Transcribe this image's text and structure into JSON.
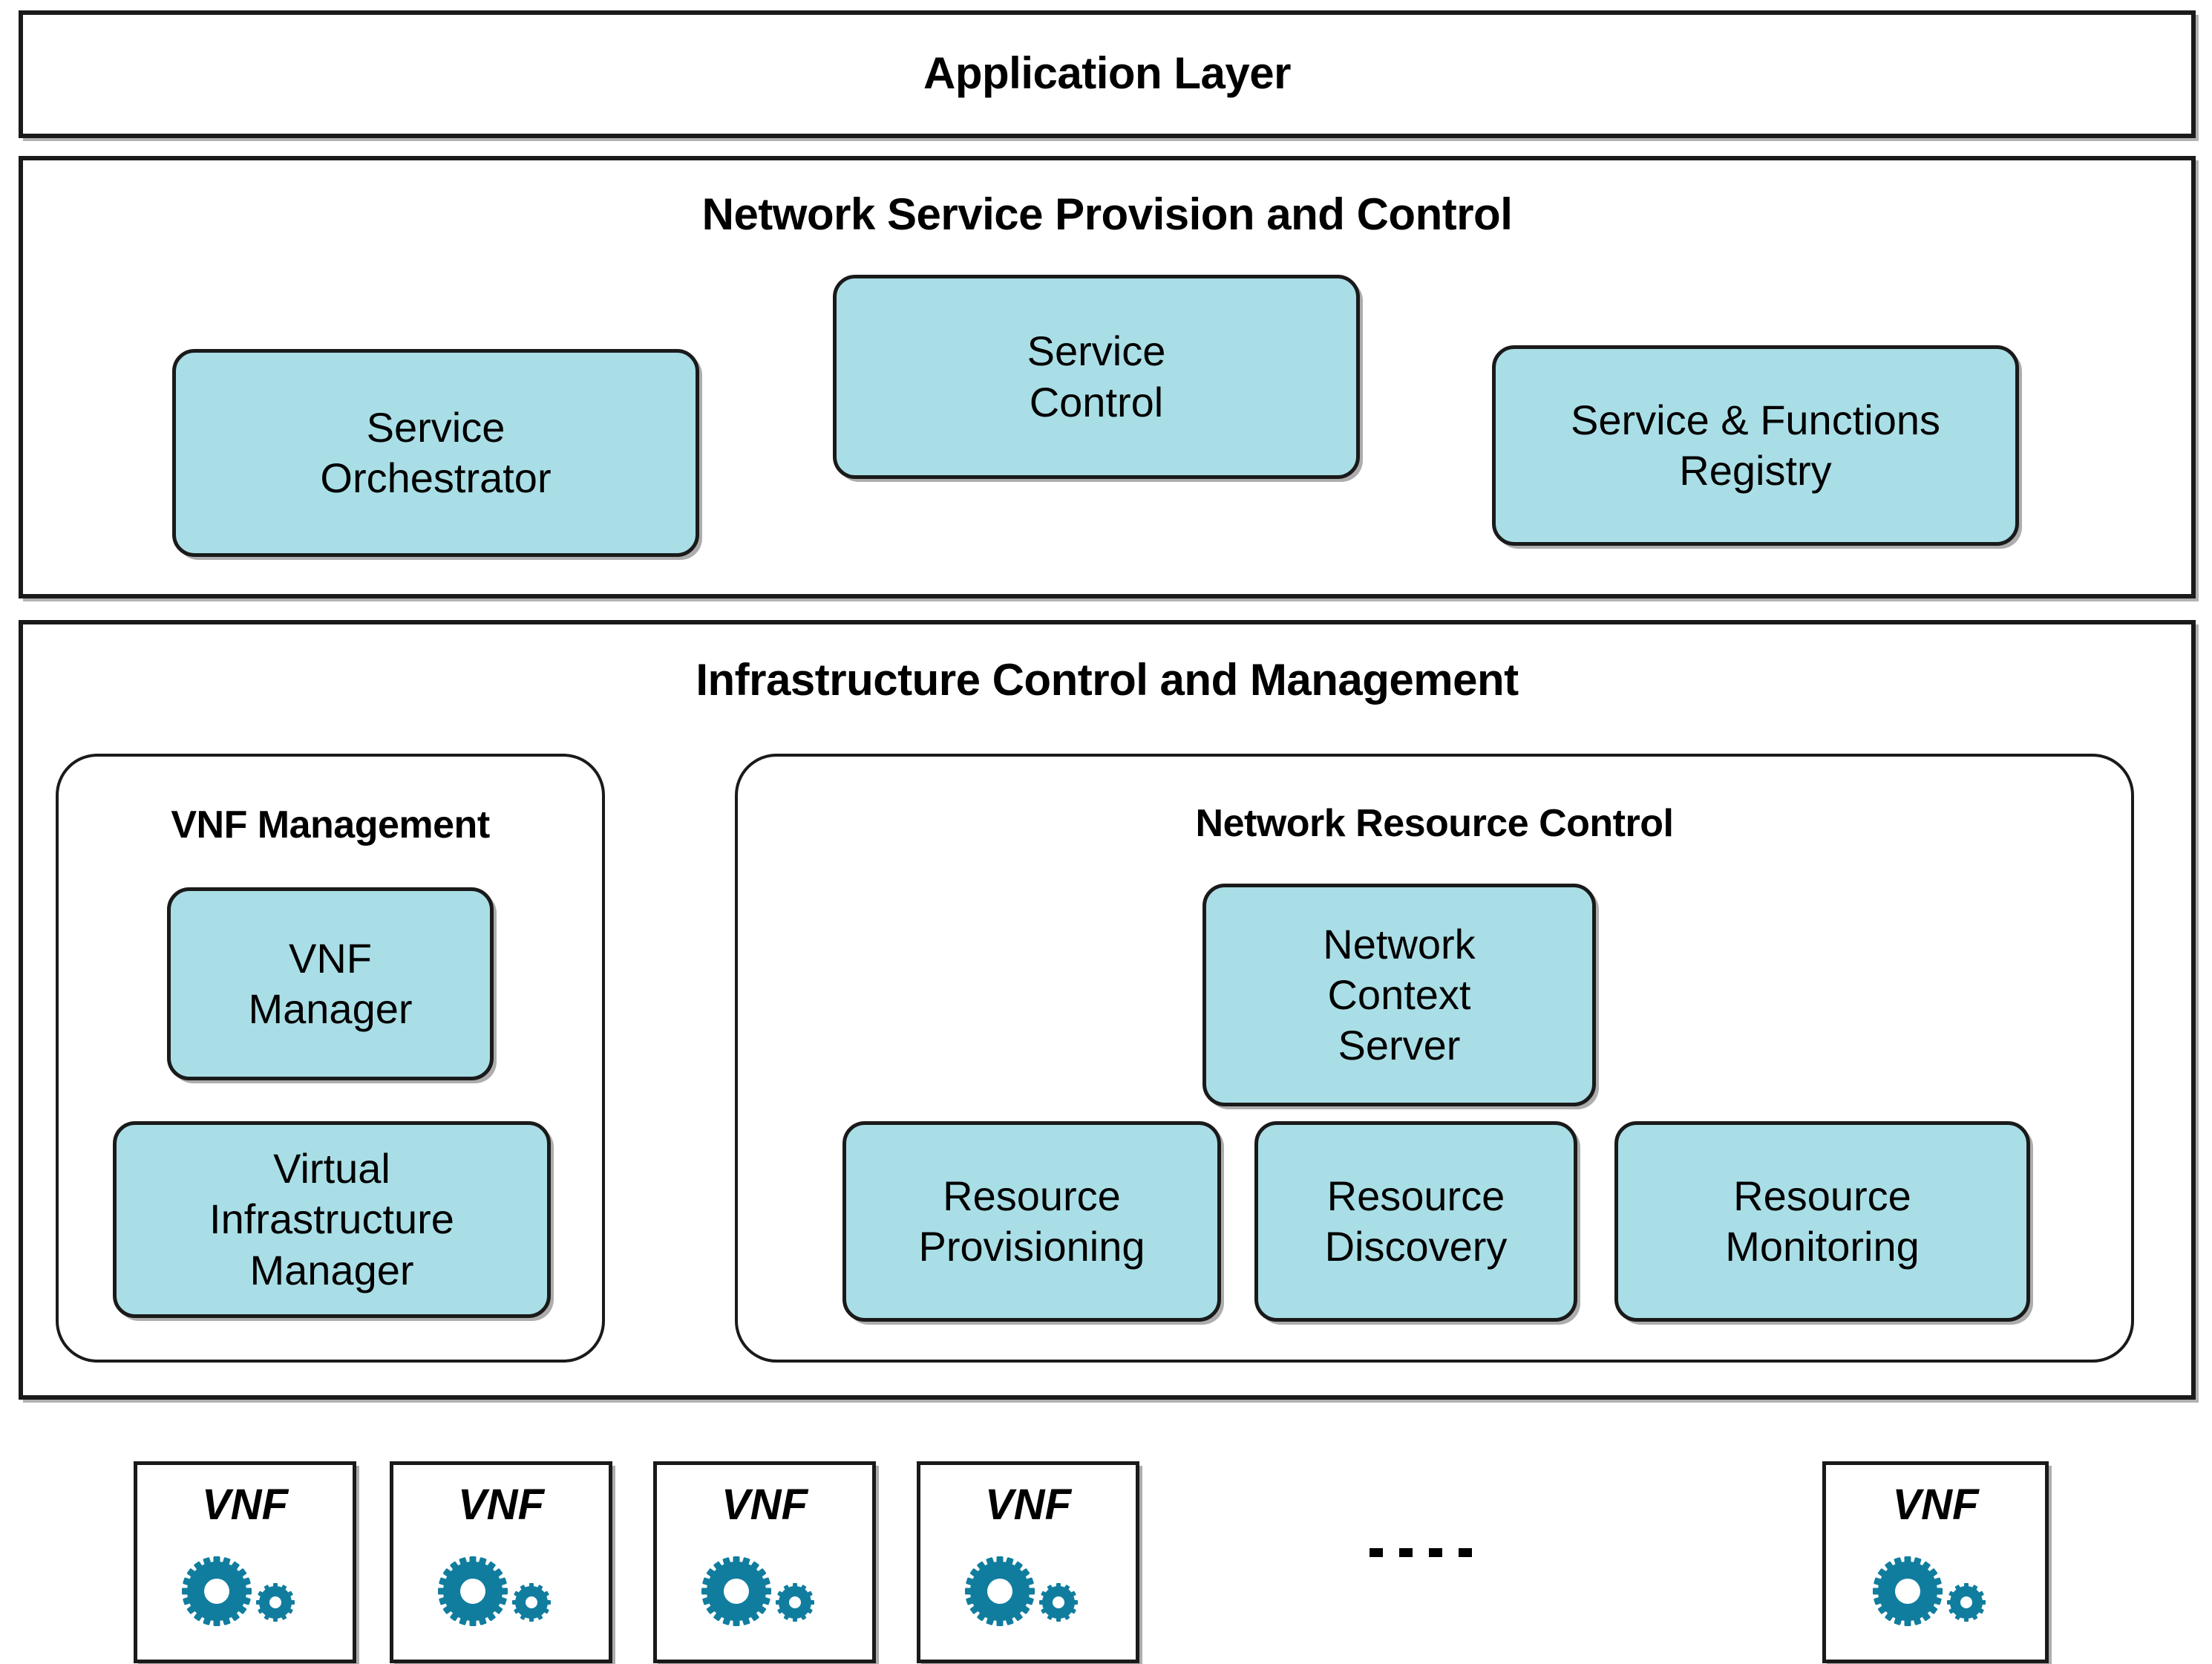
{
  "colors": {
    "component_fill": "#a9dee6",
    "gear_teal": "#117d9e",
    "border": "#1a1a1a",
    "background": "#ffffff"
  },
  "layers": [
    {
      "id": "application",
      "title": "Application Layer"
    },
    {
      "id": "network_service_provision",
      "title": "Network Service Provision and Control"
    },
    {
      "id": "infrastructure_control",
      "title": "Infrastructure Control and Management"
    }
  ],
  "network_service_provision": {
    "title": "Network Service Provision and Control",
    "components": [
      {
        "id": "service_orchestrator",
        "label": "Service\nOrchestrator"
      },
      {
        "id": "service_control",
        "label": "Service\nControl"
      },
      {
        "id": "service_functions_registry",
        "label": "Service & Functions\nRegistry"
      }
    ]
  },
  "infrastructure_control": {
    "title": "Infrastructure Control and Management",
    "groups": [
      {
        "id": "vnf_management",
        "title": "VNF Management",
        "components": [
          {
            "id": "vnf_manager",
            "label": "VNF\nManager"
          },
          {
            "id": "virtual_infrastructure_manager",
            "label": "Virtual\nInfrastructure\nManager"
          }
        ]
      },
      {
        "id": "network_resource_control",
        "title": "Network Resource Control",
        "components": [
          {
            "id": "network_context_server",
            "label": "Network\nContext\nServer"
          },
          {
            "id": "resource_provisioning",
            "label": "Resource\nProvisioning"
          },
          {
            "id": "resource_discovery",
            "label": "Resource\nDiscovery"
          },
          {
            "id": "resource_monitoring",
            "label": "Resource\nMonitoring"
          }
        ]
      }
    ]
  },
  "vnf_instances": {
    "boxes": [
      {
        "id": "vnf_1",
        "label": "VNF"
      },
      {
        "id": "vnf_2",
        "label": "VNF"
      },
      {
        "id": "vnf_3",
        "label": "VNF"
      },
      {
        "id": "vnf_4",
        "label": "VNF"
      },
      {
        "id": "vnf_5",
        "label": "VNF"
      }
    ],
    "ellipsis": "....",
    "ellipsis_dot_count": 4,
    "icon": "gears-icon"
  }
}
